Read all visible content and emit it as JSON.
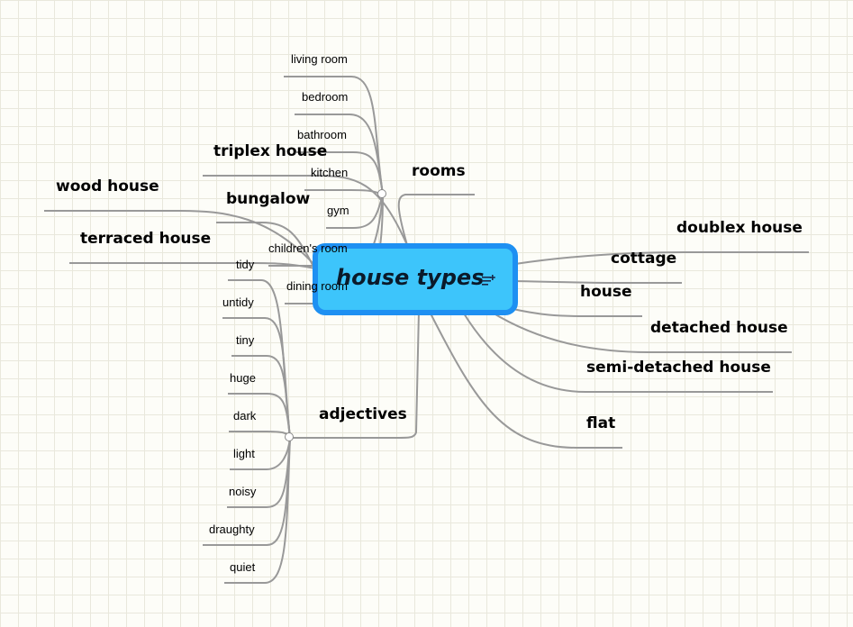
{
  "central": {
    "label": "house types",
    "icon": "notes-icon"
  },
  "left_nodes": [
    "wood house",
    "triplex house",
    "bungalow",
    "terraced house"
  ],
  "right_nodes": [
    "doublex house",
    "cottage",
    "house",
    "detached house",
    "semi-detached house",
    "flat"
  ],
  "rooms": {
    "label": "rooms",
    "items": [
      "living room",
      "bedroom",
      "bathroom",
      "kitchen",
      "gym",
      "children's room",
      "dining room"
    ]
  },
  "adjectives": {
    "label": "adjectives",
    "items": [
      "tidy",
      "untidy",
      "tiny",
      "huge",
      "dark",
      "light",
      "noisy",
      "draughty",
      "quiet"
    ]
  },
  "colors": {
    "central_fill": "#3dc5fb",
    "central_border": "#1e90f2",
    "link": "#999999"
  }
}
